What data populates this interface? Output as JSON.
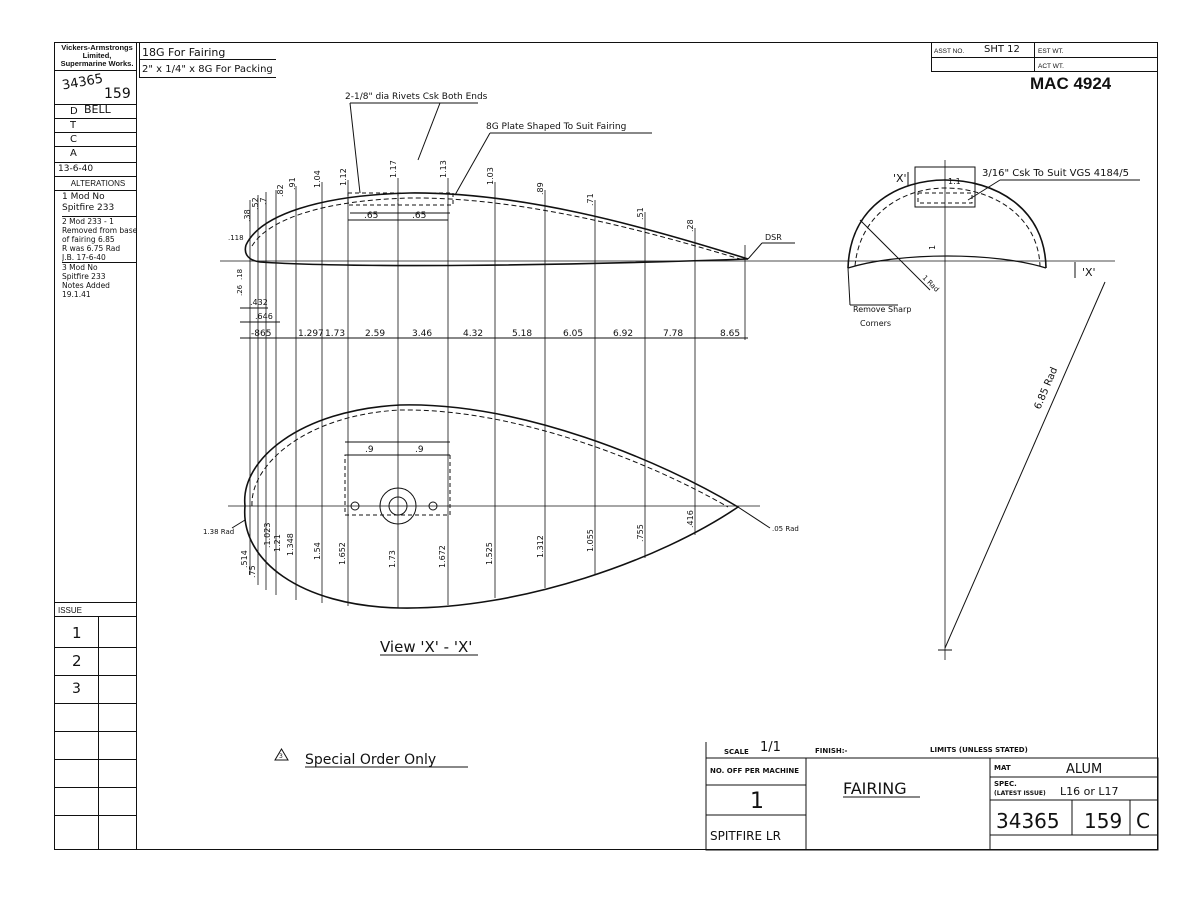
{
  "title_block_left": {
    "company": [
      "Vickers-Armstrongs",
      "Limited,",
      "Supermarine Works."
    ],
    "drawing_no": "34365",
    "sheet": "159",
    "drawn_label": "D",
    "drawn_by": "BELL",
    "traced_label": "T",
    "checked_label": "C",
    "approved_label": "A",
    "date": "13-6-40",
    "alterations_label": "ALTERATIONS",
    "alterations": [
      "1 Mod No",
      "Spitfire 233",
      "2 Mod 233 - 1",
      "Removed from base",
      "of fairing 6.85",
      "R was 6.75 Rad",
      "J.B. 17-6-40",
      "3 Mod No",
      "Spitfire 233",
      "Notes Added",
      "19.1.41"
    ],
    "issue_label": "ISSUE",
    "issues": [
      "1",
      "2",
      "3"
    ]
  },
  "material_notes": [
    "18G For Fairing",
    "2\" x 1/4\" x 8G For Packing"
  ],
  "top_right": {
    "asst_no_label": "ASST NO.",
    "asst_no": "SHT 12",
    "est_wt_label": "EST WT.",
    "act_wt_label": "ACT WT.",
    "mac_no": "MAC 4924"
  },
  "annotations": {
    "rivets": "2-1/8\" dia Rivets Csk Both Ends",
    "plate": "8G Plate Shaped To Suit Fairing",
    "csk": "3/16\" Csk To Suit VGS 4184/5",
    "remove_sharp": [
      "Remove Sharp",
      "Corners"
    ],
    "view": "View 'X' - 'X'",
    "special": "Special Order Only",
    "special_marker": "3",
    "section_x": "'X'",
    "rad_685": "6.85 Rad",
    "dsr": "DSR",
    "rad_138": "1.38 Rad",
    "rad_05": ".05 Rad",
    "rad_1": "1 Rad",
    "dim_65a": ".65",
    "dim_65b": ".65",
    "dim_9a": ".9",
    "dim_9b": ".9",
    "dim_11": "1.1",
    "dim_1": "1"
  },
  "stations": [
    "-865",
    "1.297",
    "1.73",
    "2.59",
    "3.46",
    "4.32",
    "5.18",
    "6.05",
    "6.92",
    "7.78",
    "8.65"
  ],
  "small_stations": [
    ".432",
    ".646"
  ],
  "upper_heights": [
    ".38",
    ".52",
    ".7",
    ".82",
    ".91",
    "1.04",
    "1.12",
    "1.17",
    "1.13",
    "1.03",
    ".89",
    ".71",
    ".51",
    ".28"
  ],
  "lower_small": [
    ".118",
    ".18",
    ".26"
  ],
  "plan_widths": [
    ".514",
    ".75",
    ".1.023",
    "1.21",
    "1.348",
    "1.54",
    "1.652",
    "1.73",
    "1.672",
    "1.525",
    "1.312",
    "1.055",
    ".755",
    ".416"
  ],
  "bottom_block": {
    "scale_label": "SCALE",
    "scale": "1/1",
    "finish_label": "FINISH:-",
    "limits_label": "LIMITS (UNLESS STATED)",
    "no_off_label": "NO. OFF PER MACHINE",
    "no_off": "1",
    "machine": "SPITFIRE LR",
    "part_name": "FAIRING",
    "mat_label": "MAT",
    "material": "ALUM",
    "spec_label": "SPEC.",
    "spec_label2": "(LATEST ISSUE)",
    "spec": "L16 or L17",
    "drawing_no": "34365",
    "sheet": "159",
    "issue_letter": "C"
  }
}
